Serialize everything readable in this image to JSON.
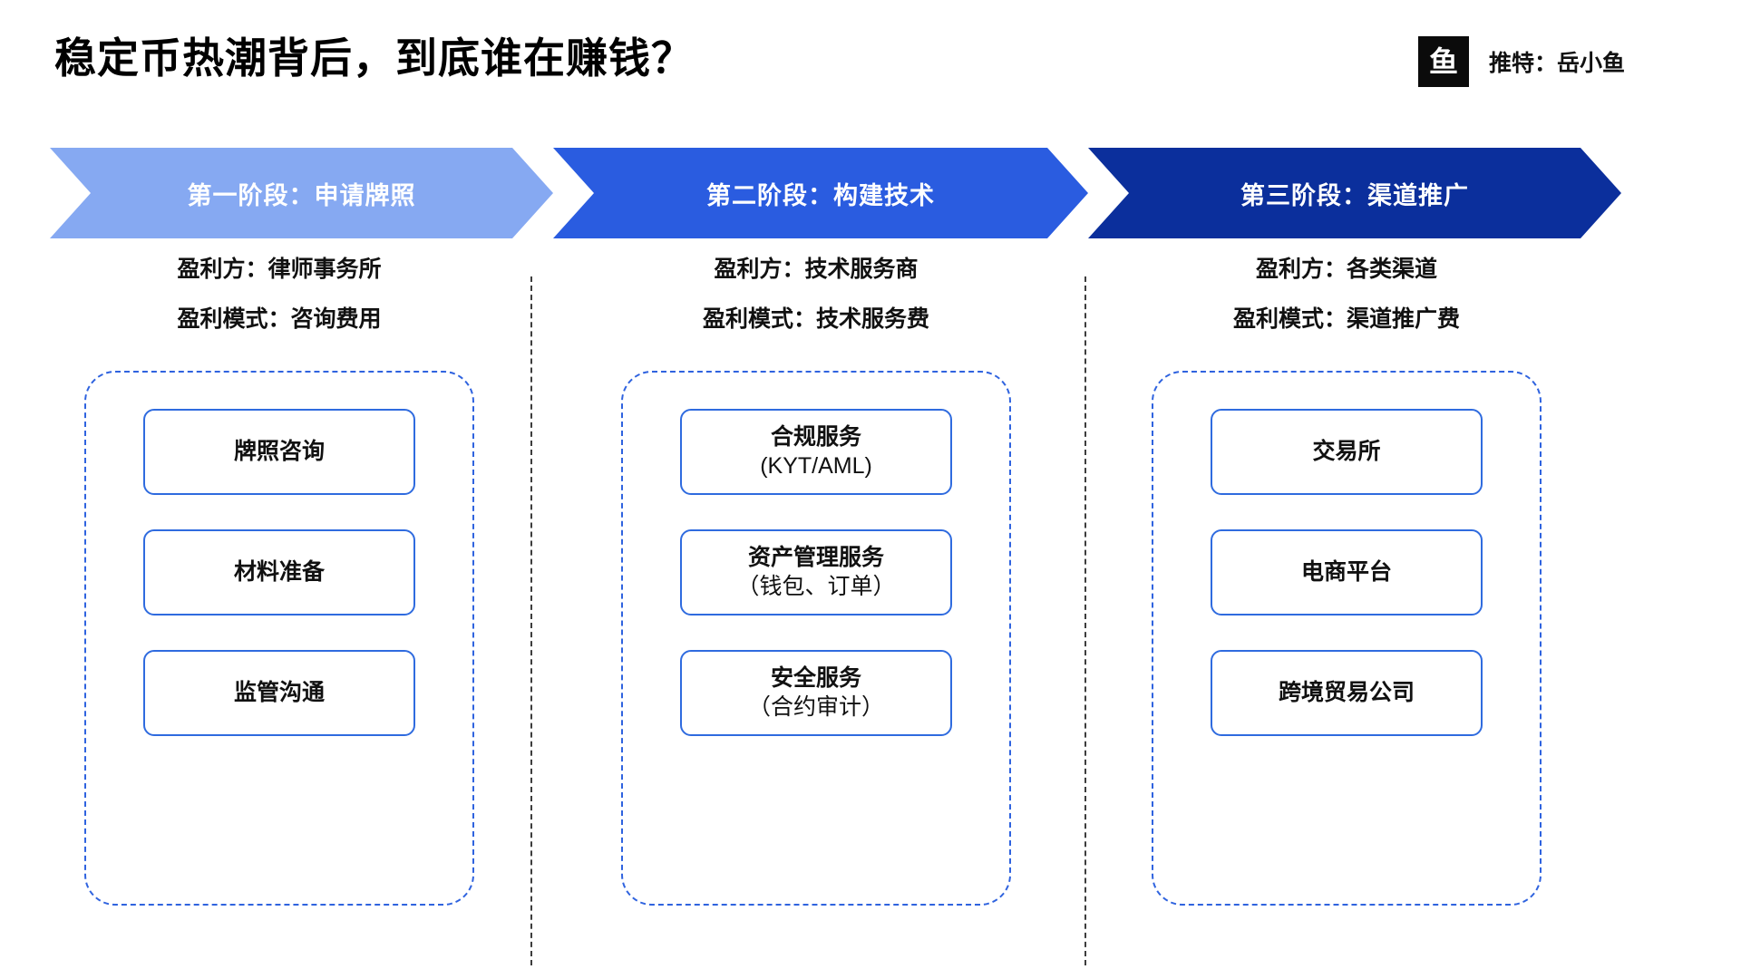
{
  "header": {
    "title": "稳定币热潮背后，到底谁在赚钱？",
    "brand": {
      "logo_glyph": "鱼",
      "handle": "推特：岳小鱼"
    }
  },
  "colors": {
    "stage1": "#86a9f2",
    "stage2": "#2a5ce0",
    "stage3": "#0b2f9c",
    "box_border": "#2f6bdf",
    "dashed_border": "#2f63df",
    "divider": "#3d3d3d",
    "text": "#111111"
  },
  "stages": [
    {
      "banner_label": "第一阶段：申请牌照",
      "profiteer": "盈利方：律师事务所",
      "profit_model": "盈利模式：咨询费用",
      "items": [
        {
          "main": "牌照咨询",
          "sub": ""
        },
        {
          "main": "材料准备",
          "sub": ""
        },
        {
          "main": "监管沟通",
          "sub": ""
        }
      ]
    },
    {
      "banner_label": "第二阶段：构建技术",
      "profiteer": "盈利方：技术服务商",
      "profit_model": "盈利模式：技术服务费",
      "items": [
        {
          "main": "合规服务",
          "sub": "(KYT/AML)"
        },
        {
          "main": "资产管理服务",
          "sub": "（钱包、订单）"
        },
        {
          "main": "安全服务",
          "sub": "（合约审计）"
        }
      ]
    },
    {
      "banner_label": "第三阶段：渠道推广",
      "profiteer": "盈利方：各类渠道",
      "profit_model": "盈利模式：渠道推广费",
      "items": [
        {
          "main": "交易所",
          "sub": ""
        },
        {
          "main": "电商平台",
          "sub": ""
        },
        {
          "main": "跨境贸易公司",
          "sub": ""
        }
      ]
    }
  ]
}
